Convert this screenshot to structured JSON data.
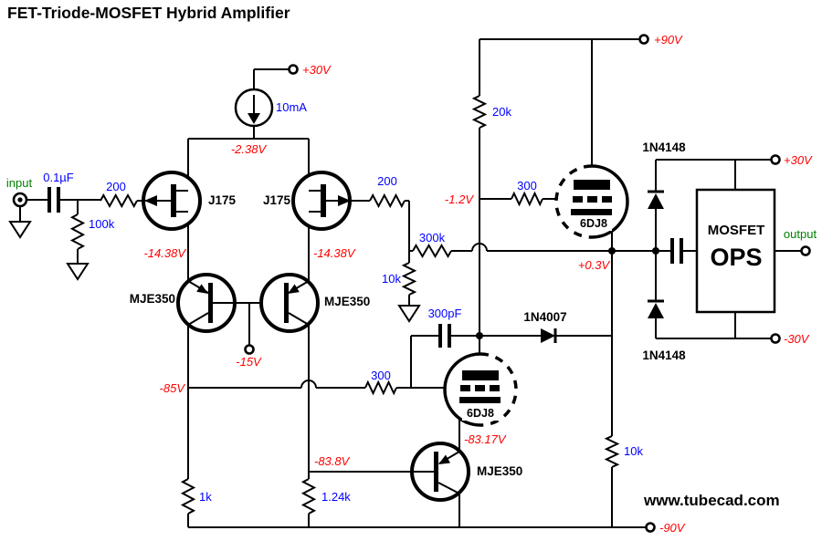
{
  "title": "FET-Triode-MOSFET Hybrid Amplifier",
  "watermark": "www.tubecad.com",
  "colors": {
    "value_text": "#0000ff",
    "voltage_text": "#ff0000",
    "io_text": "#008000",
    "part_text": "#000000",
    "wire": "#000000",
    "background": "#ffffff"
  },
  "labels": {
    "input": "input",
    "output": "output",
    "input_cap": "0.1µF",
    "input_shunt": "100k",
    "r_gate1": "200",
    "r_gate2": "200",
    "jfet1": "J175",
    "jfet2": "J175",
    "cs_supply": "+30V",
    "cs_current": "10mA",
    "v_source_node": "-2.38V",
    "v_drain1": "-14.38V",
    "v_drain2": "-14.38V",
    "pnp1": "MJE350",
    "pnp2": "MJE350",
    "pnp3": "MJE350",
    "base_supply": "-15V",
    "v_tail": "-85V",
    "r_feedback": "300k",
    "r_gnd": "10k",
    "r_plate": "20k",
    "v_grid_top": "-1.2V",
    "r_grid_top": "300",
    "r_grid_bot": "300",
    "tube_top": "6DJ8",
    "tube_bot": "6DJ8",
    "v_plate_supply": "+90V",
    "v_cathode_top": "+0.3V",
    "cap_comp": "300pF",
    "diode_boot": "1N4007",
    "v_cathode_bot": "-83.17V",
    "v_base_bot": "-83.8V",
    "r_tail1": "1k",
    "r_tail2": "1.24k",
    "r_out_load": "10k",
    "v_neg_rail": "-90V",
    "diode_clamp_top": "1N4148",
    "diode_clamp_bot": "1N4148",
    "ops_line1": "MOSFET",
    "ops_line2": "OPS",
    "v_ops_pos": "+30V",
    "v_ops_neg": "-30V"
  }
}
